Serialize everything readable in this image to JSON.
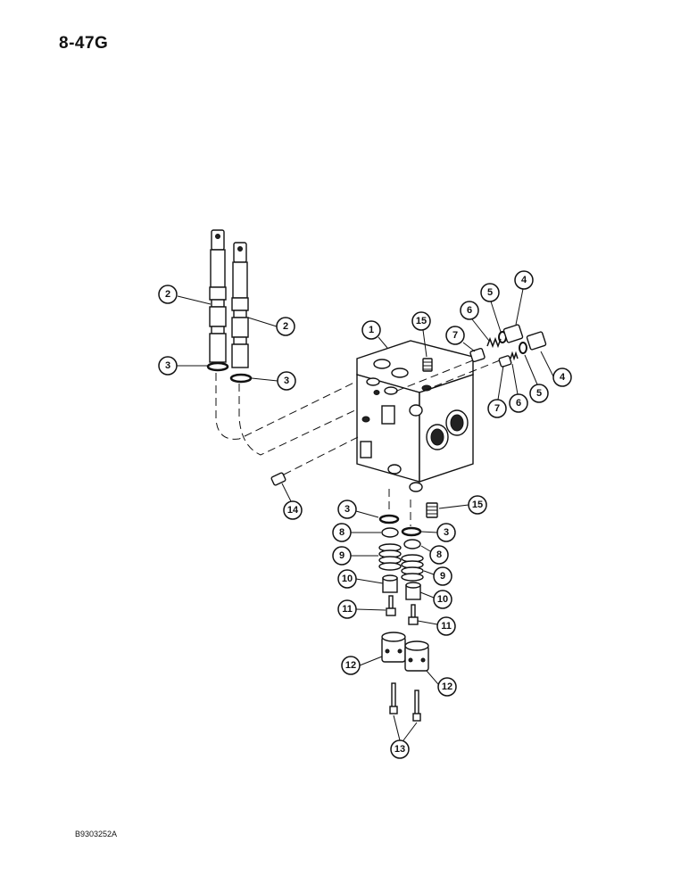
{
  "page": {
    "page_number": "8-47G",
    "figure_code": "B9303252A"
  },
  "callouts": [
    {
      "id": "c-2a",
      "label": "2"
    },
    {
      "id": "c-2b",
      "label": "2"
    },
    {
      "id": "c-3a",
      "label": "3"
    },
    {
      "id": "c-3b",
      "label": "3"
    },
    {
      "id": "c-1",
      "label": "1"
    },
    {
      "id": "c-15a",
      "label": "15"
    },
    {
      "id": "c-7a",
      "label": "7"
    },
    {
      "id": "c-6a",
      "label": "6"
    },
    {
      "id": "c-5a",
      "label": "5"
    },
    {
      "id": "c-4a",
      "label": "4"
    },
    {
      "id": "c-4b",
      "label": "4"
    },
    {
      "id": "c-5b",
      "label": "5"
    },
    {
      "id": "c-6b",
      "label": "6"
    },
    {
      "id": "c-7b",
      "label": "7"
    },
    {
      "id": "c-14",
      "label": "14"
    },
    {
      "id": "c-3c",
      "label": "3"
    },
    {
      "id": "c-15b",
      "label": "15"
    },
    {
      "id": "c-3d",
      "label": "3"
    },
    {
      "id": "c-8a",
      "label": "8"
    },
    {
      "id": "c-8b",
      "label": "8"
    },
    {
      "id": "c-9a",
      "label": "9"
    },
    {
      "id": "c-9b",
      "label": "9"
    },
    {
      "id": "c-10a",
      "label": "10"
    },
    {
      "id": "c-10b",
      "label": "10"
    },
    {
      "id": "c-11a",
      "label": "11"
    },
    {
      "id": "c-11b",
      "label": "11"
    },
    {
      "id": "c-12a",
      "label": "12"
    },
    {
      "id": "c-12b",
      "label": "12"
    },
    {
      "id": "c-13",
      "label": "13"
    }
  ]
}
